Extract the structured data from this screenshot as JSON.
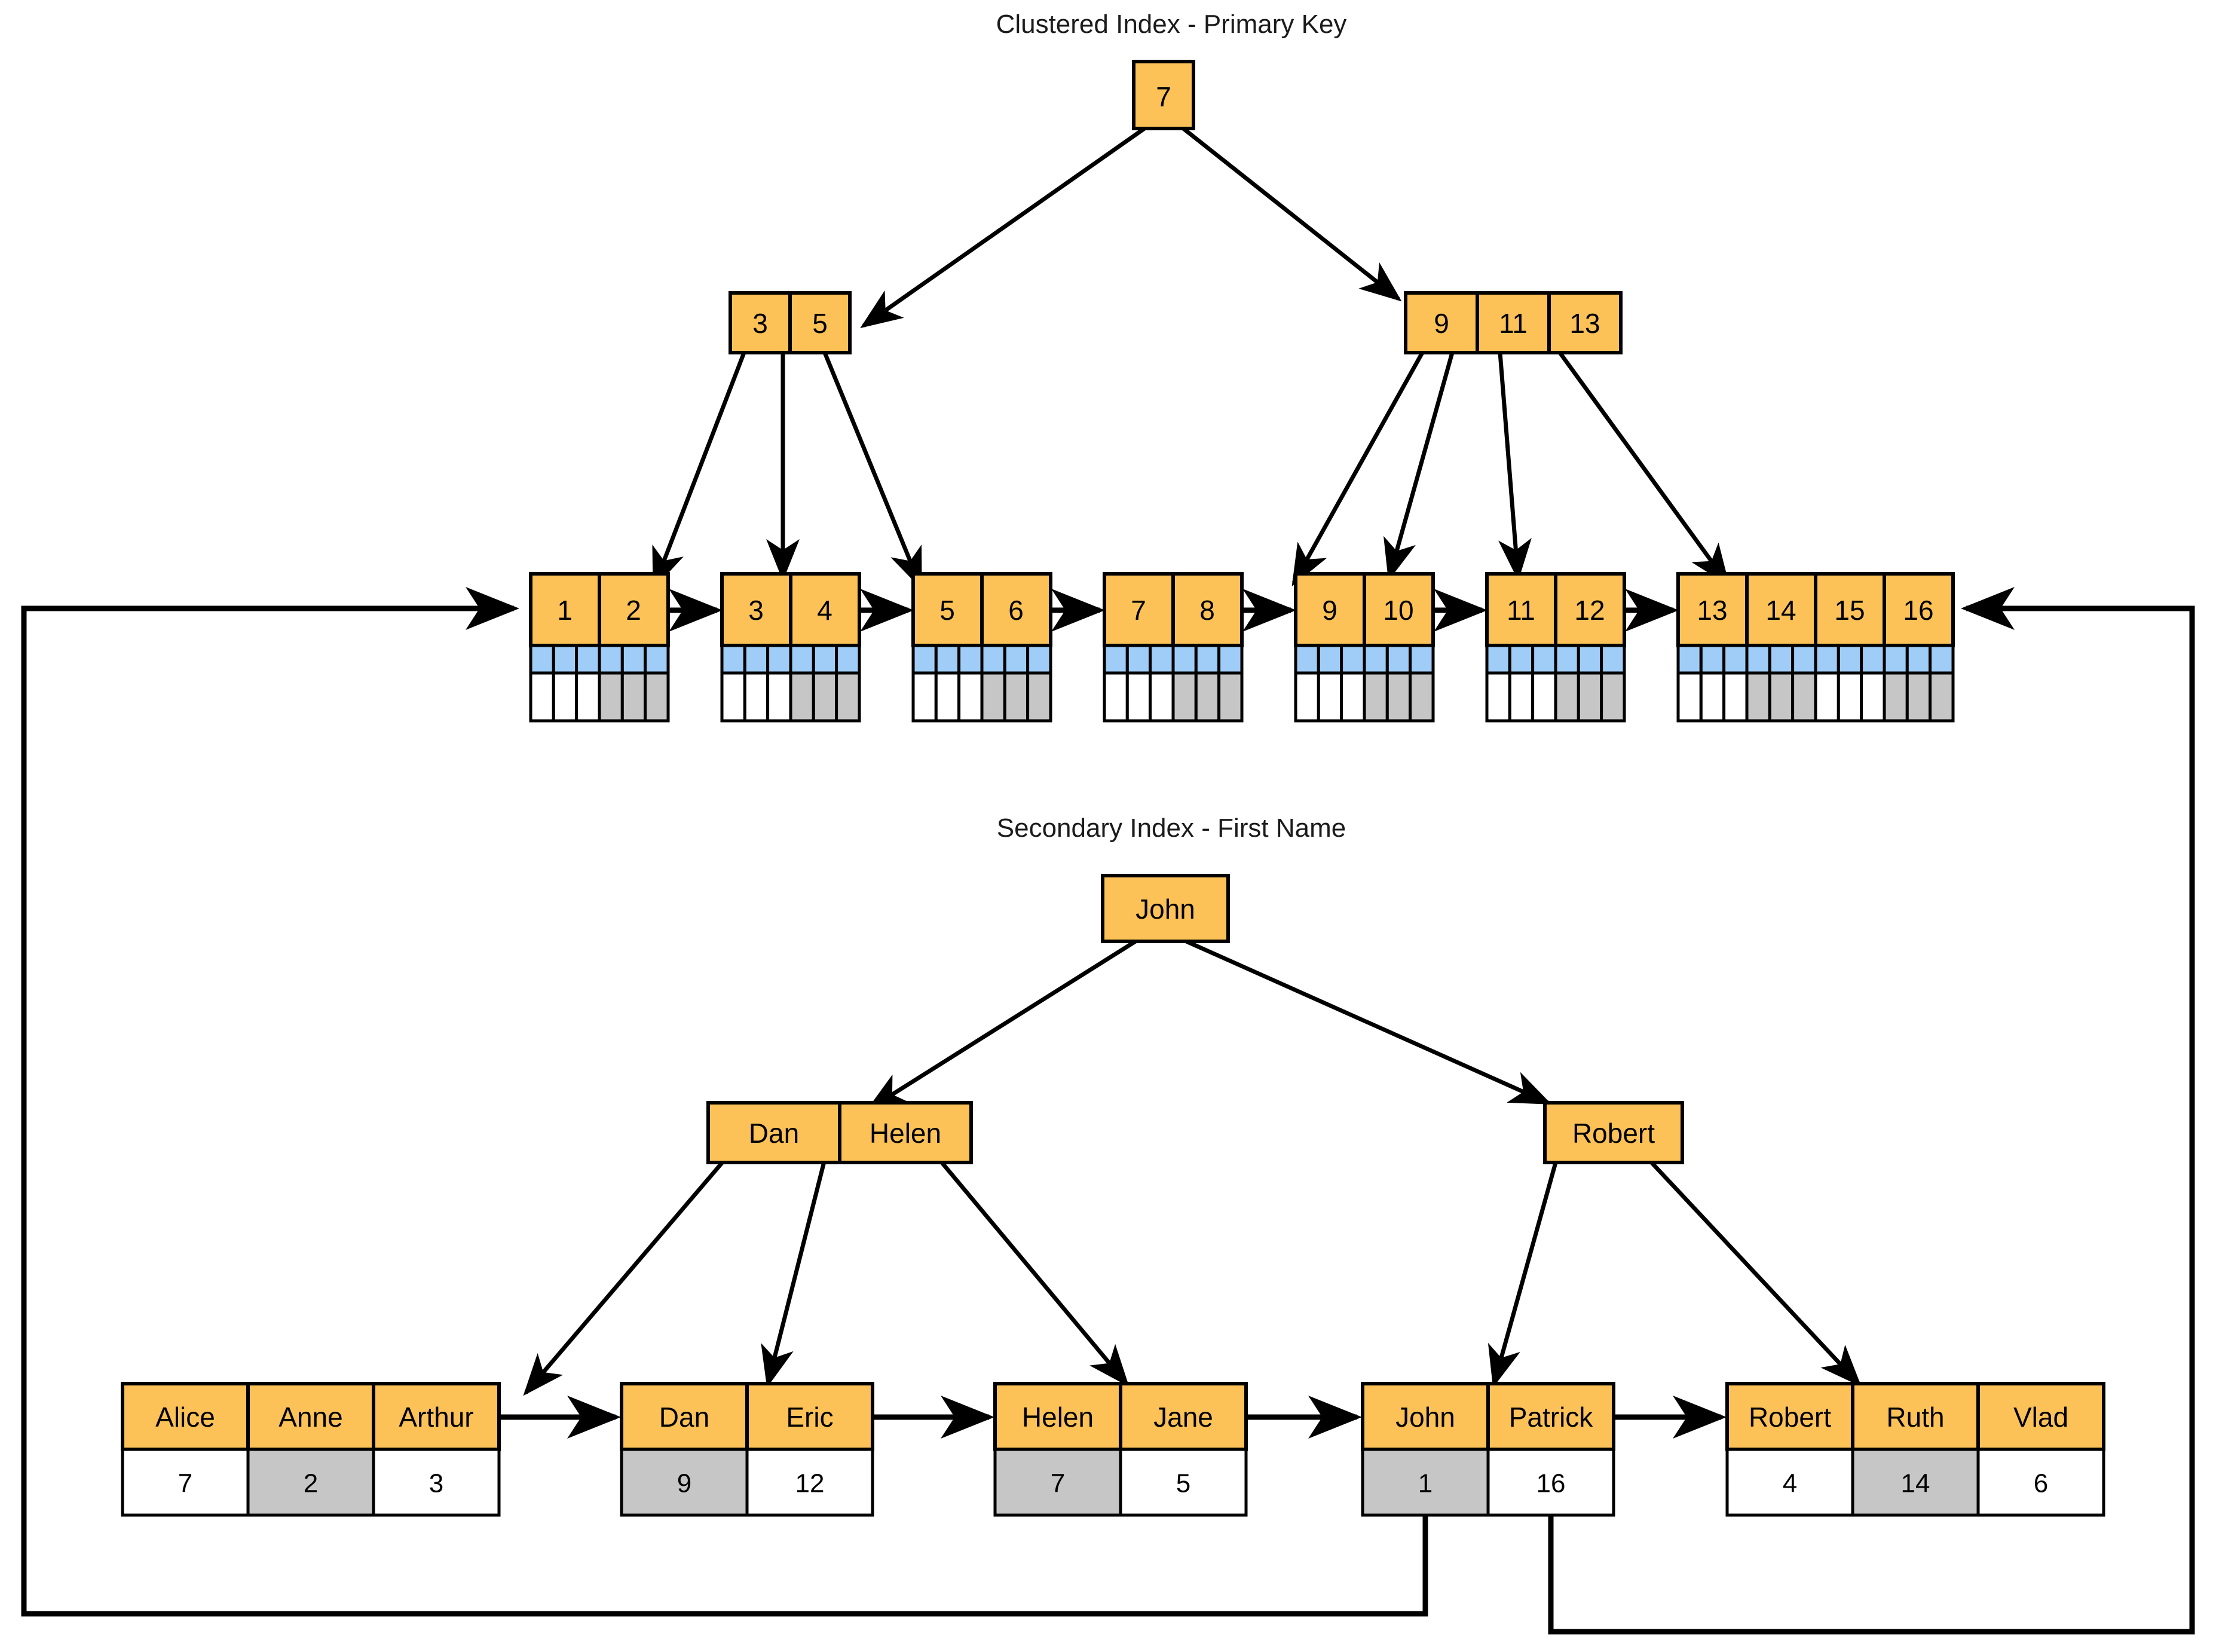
{
  "diagram": {
    "background": "#ffffff",
    "node_fill": "#fcc257",
    "record_fill": "#9fcdf7",
    "pointer_fill_alt": "#c6c6c6",
    "pointer_fill": "#ffffff",
    "stroke": "#000000"
  },
  "clustered": {
    "title": "Clustered Index - Primary Key",
    "root": {
      "keys": [
        "7"
      ]
    },
    "internal": [
      {
        "keys": [
          "3",
          "5"
        ]
      },
      {
        "keys": [
          "9",
          "11",
          "13"
        ]
      }
    ],
    "leaves": [
      {
        "keys": [
          "1",
          "2"
        ],
        "shades": [
          "white",
          "gray"
        ]
      },
      {
        "keys": [
          "3",
          "4"
        ],
        "shades": [
          "white",
          "gray"
        ]
      },
      {
        "keys": [
          "5",
          "6"
        ],
        "shades": [
          "white",
          "gray"
        ]
      },
      {
        "keys": [
          "7",
          "8"
        ],
        "shades": [
          "white",
          "gray"
        ]
      },
      {
        "keys": [
          "9",
          "10"
        ],
        "shades": [
          "white",
          "gray"
        ]
      },
      {
        "keys": [
          "11",
          "12"
        ],
        "shades": [
          "white",
          "gray"
        ]
      },
      {
        "keys": [
          "13",
          "14",
          "15",
          "16"
        ],
        "shades": [
          "white",
          "gray",
          "white",
          "gray"
        ]
      }
    ]
  },
  "secondary": {
    "title": "Secondary Index - First Name",
    "root": {
      "keys": [
        "John"
      ]
    },
    "internal": [
      {
        "keys": [
          "Dan",
          "Helen"
        ]
      },
      {
        "keys": [
          "Robert"
        ]
      }
    ],
    "leaves": [
      {
        "keys": [
          "Alice",
          "Anne",
          "Arthur"
        ],
        "pointers": [
          "7",
          "2",
          "3"
        ],
        "shades": [
          "white",
          "gray",
          "white"
        ]
      },
      {
        "keys": [
          "Dan",
          "Eric"
        ],
        "pointers": [
          "9",
          "12"
        ],
        "shades": [
          "gray",
          "white"
        ]
      },
      {
        "keys": [
          "Helen",
          "Jane"
        ],
        "pointers": [
          "7",
          "5"
        ],
        "shades": [
          "gray",
          "white"
        ]
      },
      {
        "keys": [
          "John",
          "Patrick"
        ],
        "pointers": [
          "1",
          "16"
        ],
        "shades": [
          "gray",
          "white"
        ]
      },
      {
        "keys": [
          "Robert",
          "Ruth",
          "Vlad"
        ],
        "pointers": [
          "4",
          "14",
          "6"
        ],
        "shades": [
          "white",
          "gray",
          "white"
        ]
      }
    ]
  }
}
